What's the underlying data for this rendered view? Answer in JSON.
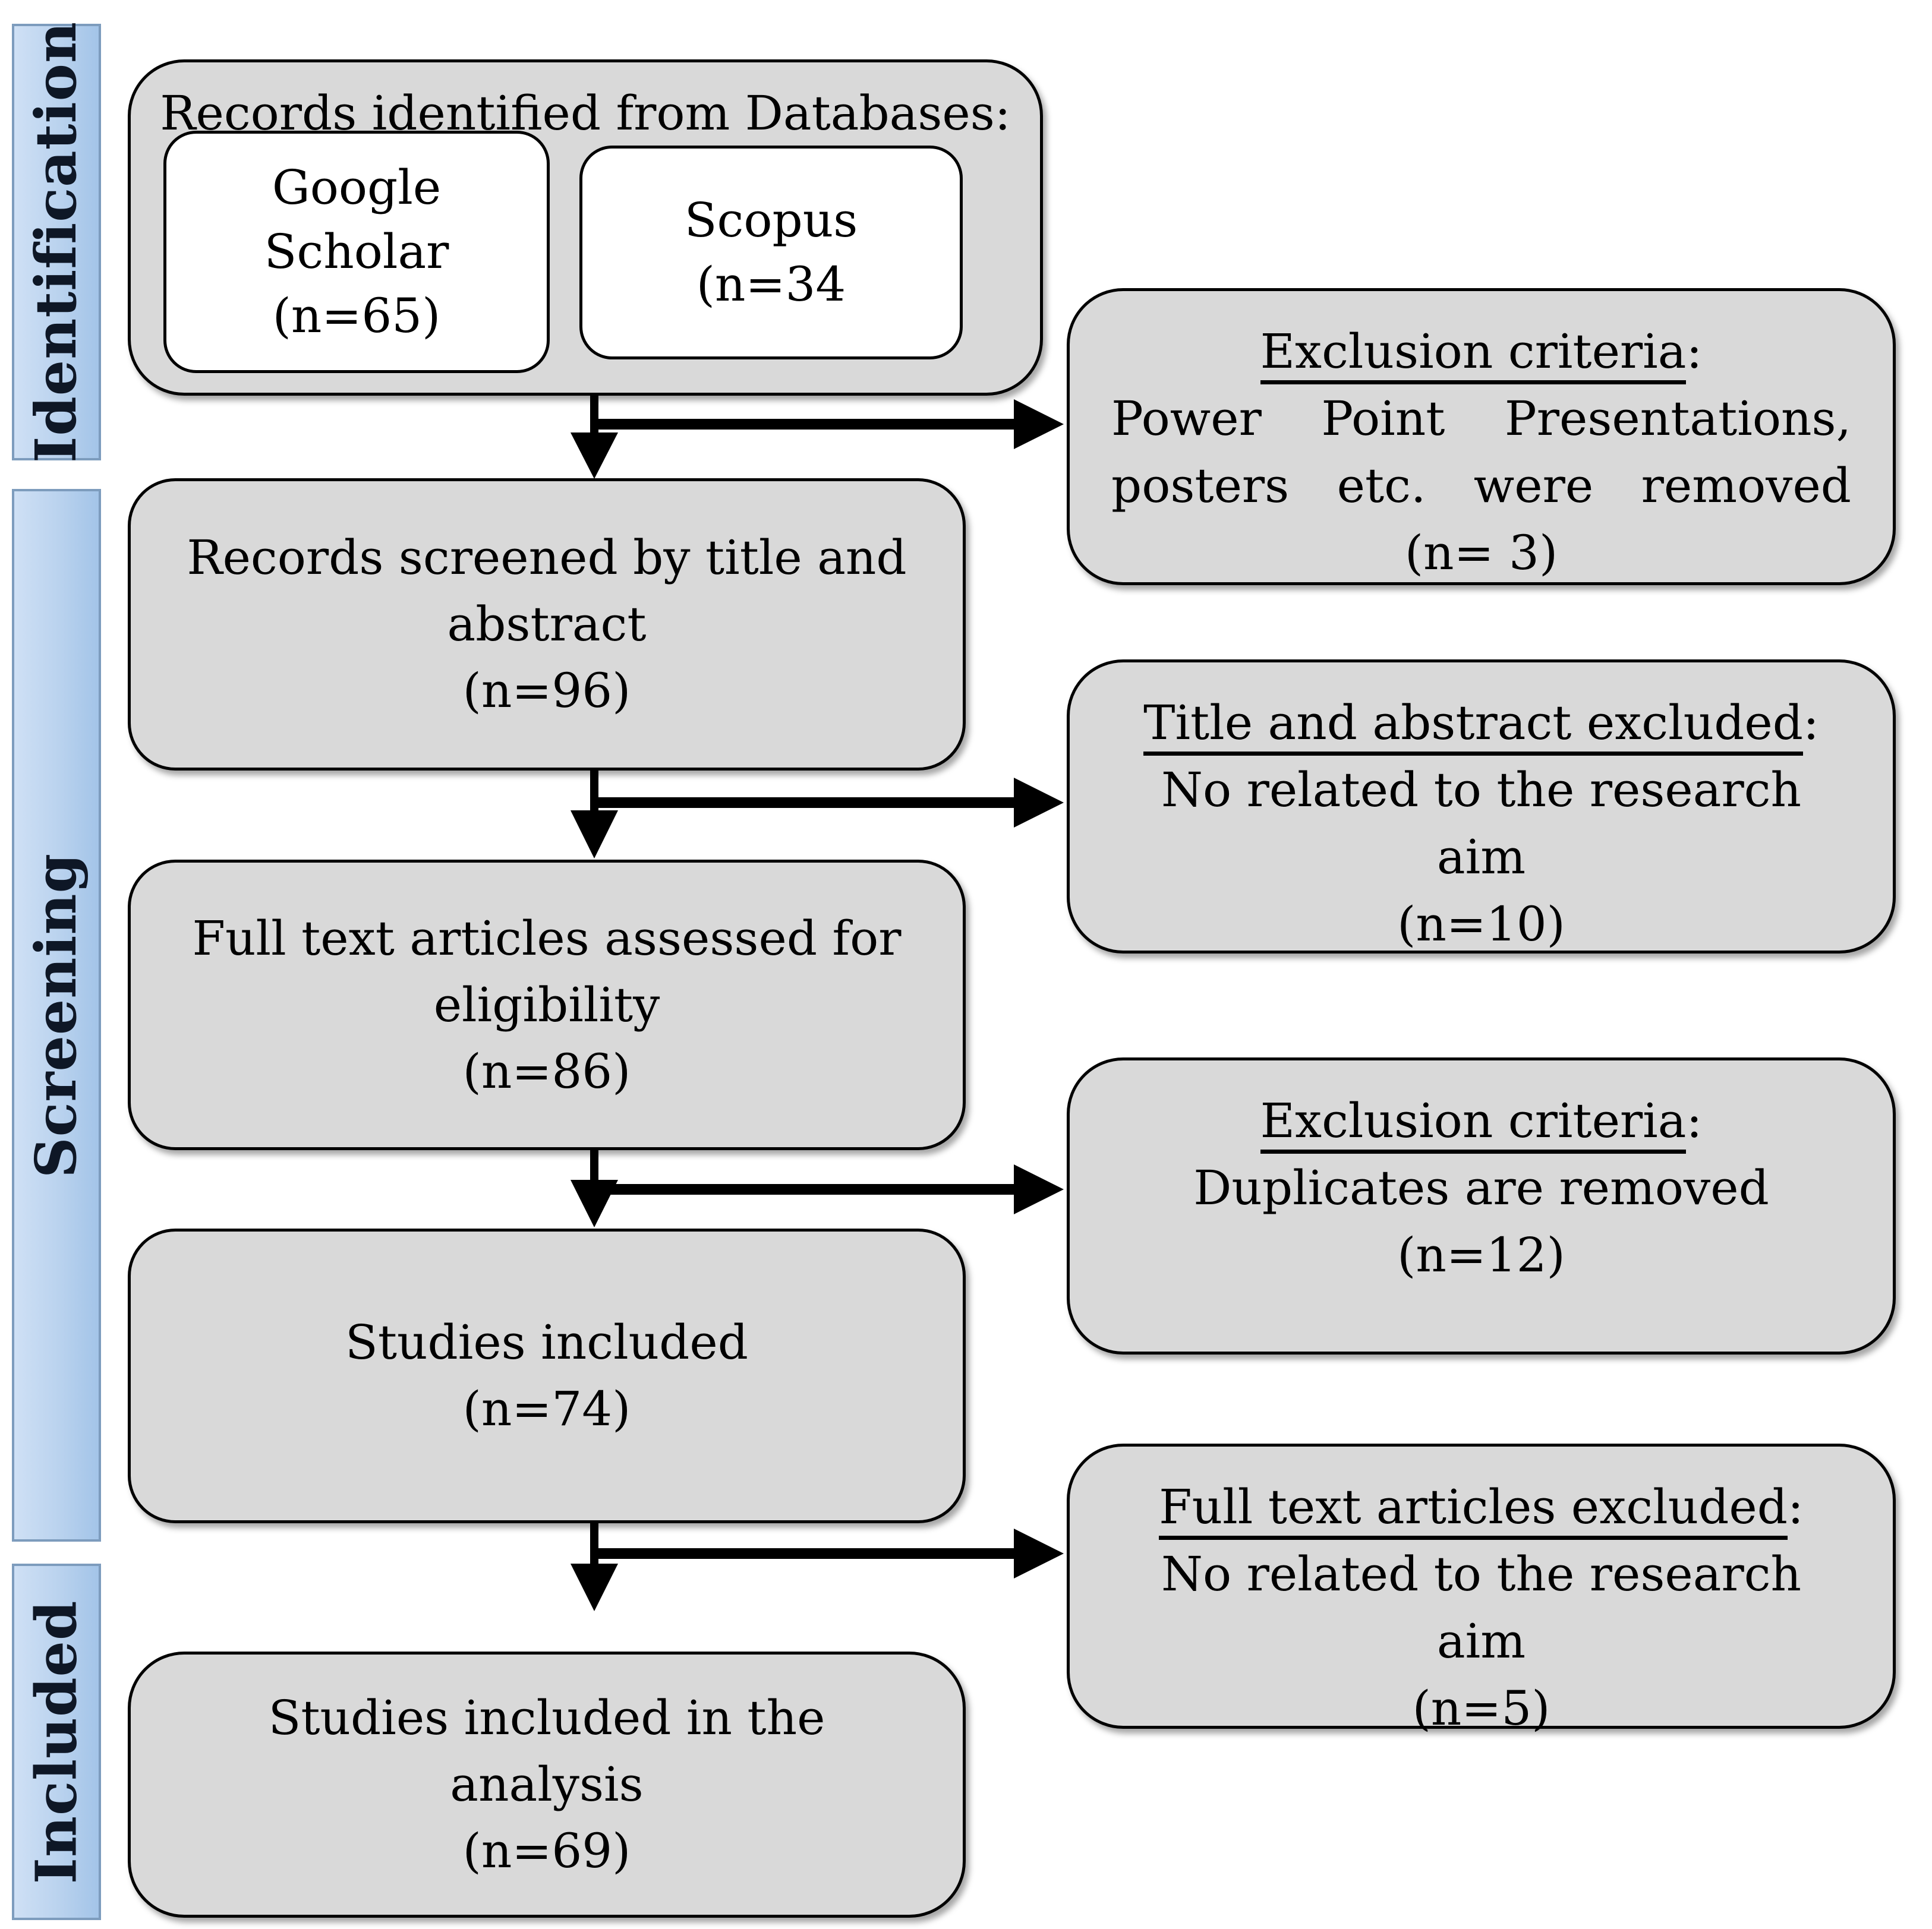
{
  "diagram": {
    "sidebar_bands": [
      {
        "label": "Identification"
      },
      {
        "label": "Screening"
      },
      {
        "label": "Included"
      }
    ],
    "identification_box": {
      "header": "Records identified from Databases:",
      "databases": [
        {
          "line1": "Google",
          "line2": "Scholar",
          "count": "(n=65)"
        },
        {
          "line1": "Scopus",
          "count": "(n=34"
        }
      ]
    },
    "flow_boxes": [
      {
        "line1": "Records screened by title and",
        "line2": "abstract",
        "count": "(n=96)"
      },
      {
        "line1": "Full text articles assessed for",
        "line2": "eligibility",
        "count": "(n=86)"
      },
      {
        "line1": "Studies included",
        "count": "(n=74)"
      },
      {
        "line1": "Studies included in the",
        "line2": "analysis",
        "count": "(n=69)"
      }
    ],
    "exclusion_boxes": [
      {
        "heading": "Exclusion criteria",
        "colon": ":",
        "body_line1": "Power Point Presentations,",
        "body_line2": "posters etc. were removed",
        "count": "(n= 3)"
      },
      {
        "heading": "Title and abstract excluded",
        "colon": ":",
        "body_line1": "No related to the research aim",
        "count": "(n=10)"
      },
      {
        "heading": "Exclusion criteria",
        "colon": ":",
        "body_line1": "Duplicates are removed",
        "count": "(n=12)"
      },
      {
        "heading": "Full text articles excluded",
        "colon": ":",
        "body_line1": "No related to the research aim",
        "count": "(n=5)"
      }
    ],
    "colors": {
      "background": "#ffffff",
      "box_fill": "#d9d9d9",
      "box_border": "#000000",
      "band_fill_light": "#cfe0f5",
      "band_fill_dark": "#a3c4e8",
      "band_border": "#7d9cbd",
      "band_text": "#0e1726",
      "arrow": "#000000"
    }
  }
}
